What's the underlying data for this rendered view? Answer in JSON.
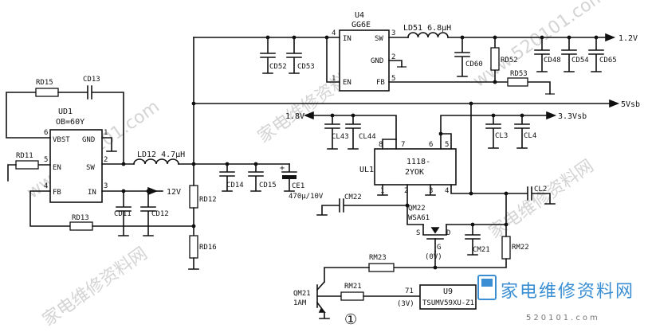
{
  "labels": {
    "u4": "U4",
    "u4_part": "GG6E",
    "u4_pin_in": "IN",
    "u4_pin_sw": "SW",
    "u4_pin_gnd": "GND",
    "u4_pin_en": "EN",
    "u4_pin_fb": "FB",
    "u4_n4": "4",
    "u4_n3": "3",
    "u4_n2": "2",
    "u4_n1": "1",
    "u4_n5": "5",
    "ld51": "LD51 6.8μH",
    "out12": "1.2V",
    "cd52": "CD52",
    "cd53": "CD53",
    "cd60": "CD60",
    "rd52": "RD52",
    "rd53": "RD53",
    "cd48": "CD48",
    "cd54": "CD54",
    "cd65": "CD65",
    "rd15": "RD15",
    "cd13": "CD13",
    "ud1": "UD1",
    "ud1_part": "OB=60Y",
    "ud1_vbst": "VBST",
    "ud1_gnd": "GND",
    "ud1_en": "EN",
    "ud1_sw": "SW",
    "ud1_fb": "FB",
    "ud1_in": "IN",
    "ud1_n6": "6",
    "ud1_n1": "1",
    "ud1_n5": "5",
    "ud1_n2": "2",
    "ud1_n4": "4",
    "ud1_n3": "3",
    "rd11": "RD11",
    "ld12": "LD12 4.7μH",
    "v12": "12V",
    "rd13": "RD13",
    "cd11": "CD11",
    "cd12": "CD12",
    "rd12": "RD12",
    "rd16": "RD16",
    "cd14": "CD14",
    "cd15": "CD15",
    "ce1": "CE1",
    "ce1_val": "470μ/10V",
    "ce1_plus": "+",
    "out5": "5Vsb",
    "v18": "1.8V",
    "out33": "3.3Vsb",
    "cl43": "CL43",
    "cl44": "CL44",
    "cl3": "CL3",
    "cl4": "CL4",
    "ul1": "UL1",
    "ul1_part1": "1118-",
    "ul1_part2": "2YOK",
    "ul1_n8": "8",
    "ul1_n7": "7",
    "ul1_n6": "6",
    "ul1_n5": "5",
    "ul1_n1": "1",
    "ul1_n2": "2",
    "ul1_n3": "3",
    "ul1_n4": "4",
    "cl2": "CL2",
    "cm22": "CM22",
    "qm22": "QM22",
    "qm22_part": "WSA61",
    "q_s": "S",
    "q_d": "D",
    "q_g": "G",
    "q_0v": "(0V)",
    "cm21": "CM21",
    "rm23": "RM23",
    "rm22": "RM22",
    "qm21": "QM21",
    "qm21_part": "1AM",
    "rm21": "RM21",
    "u9": "U9",
    "u9_part": "TSUMV59XU-Z1",
    "u9_pin": "71",
    "u9_v": "(3V)",
    "circ": "①"
  },
  "watermark": {
    "diagonal": [
      "www.520101.com",
      "家电维修资料网"
    ],
    "brand": "家电维修资料网",
    "site": "520101.com"
  }
}
